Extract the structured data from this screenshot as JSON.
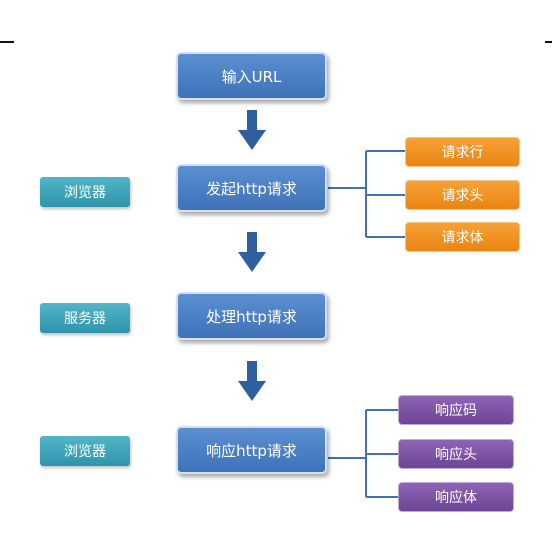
{
  "colors": {
    "main_node": "#4a80c4",
    "side_label": "#3aa3b9",
    "request_parts": "#f29020",
    "response_parts": "#7d55a6",
    "arrow": "#2f5f9e",
    "connector": "#3f72b8"
  },
  "flow": {
    "step1": "输入URL",
    "step2": "发起http请求",
    "step3": "处理http请求",
    "step4": "响应http请求"
  },
  "actors": {
    "browser_1": "浏览器",
    "server": "服务器",
    "browser_2": "浏览器"
  },
  "request_parts": [
    "请求行",
    "请求头",
    "请求体"
  ],
  "response_parts": [
    "响应码",
    "响应头",
    "响应体"
  ],
  "icons": [
    "arrow-down-icon"
  ]
}
